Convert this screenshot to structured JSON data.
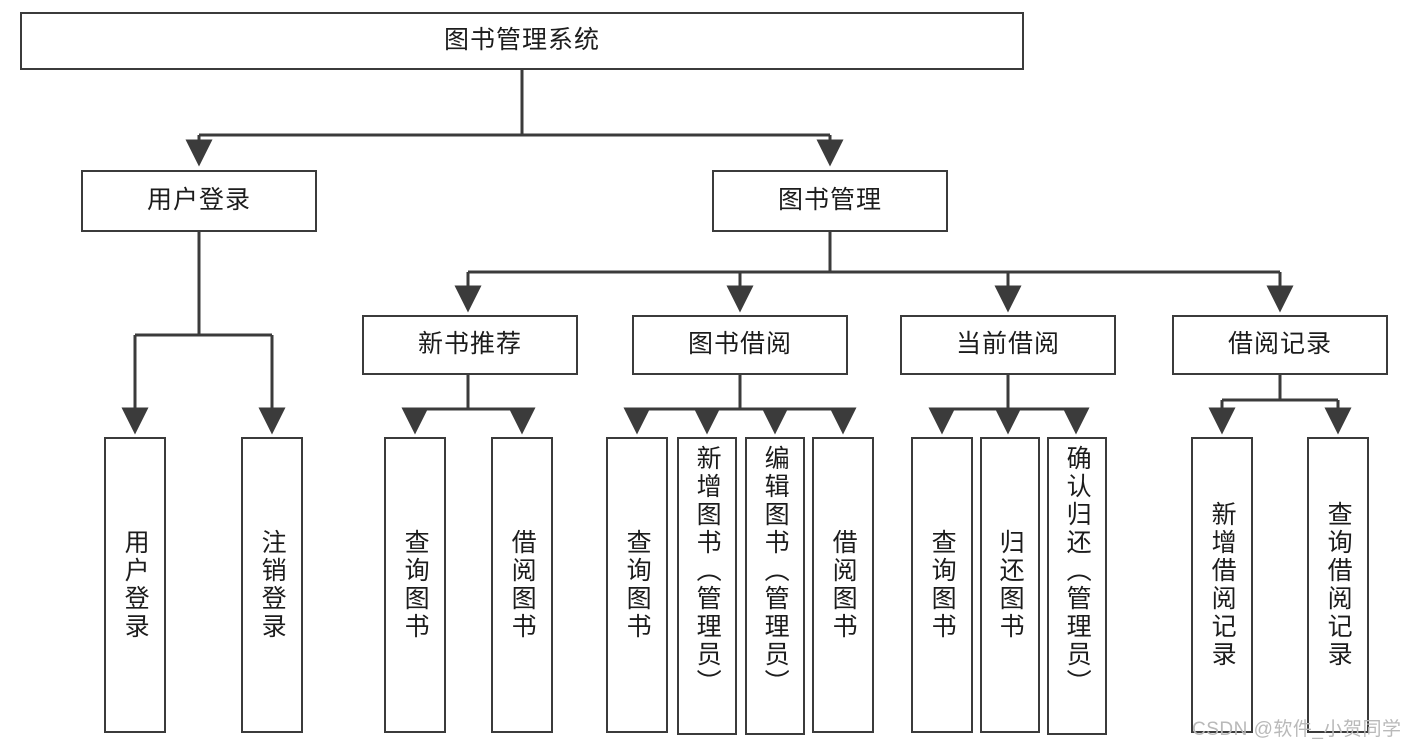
{
  "diagram": {
    "type": "hierarchy-tree",
    "title_node": "图书管理系统",
    "level2": [
      {
        "label": "用户登录"
      },
      {
        "label": "图书管理"
      }
    ],
    "level3": [
      {
        "label": "新书推荐"
      },
      {
        "label": "图书借阅"
      },
      {
        "label": "当前借阅"
      },
      {
        "label": "借阅记录"
      }
    ],
    "leaves": {
      "user_login": [
        {
          "label": "用户登录"
        },
        {
          "label": "注销登录"
        }
      ],
      "new_book_recommend": [
        {
          "label": "查询图书"
        },
        {
          "label": "借阅图书"
        }
      ],
      "book_borrow": [
        {
          "label": "查询图书"
        },
        {
          "label": "新增图书（管理员）"
        },
        {
          "label": "编辑图书（管理员）"
        },
        {
          "label": "借阅图书"
        }
      ],
      "current_borrow": [
        {
          "label": "查询图书"
        },
        {
          "label": "归还图书"
        },
        {
          "label": "确认归还（管理员）"
        }
      ],
      "borrow_records": [
        {
          "label": "新增借阅记录"
        },
        {
          "label": "查询借阅记录"
        }
      ]
    }
  },
  "watermark": {
    "text": "CSDN @软件_小贺同学"
  },
  "colors": {
    "stroke": "#3b3b3b",
    "text": "#1c1c1c",
    "background": "#ffffff",
    "watermark": "#b9b9b9"
  }
}
